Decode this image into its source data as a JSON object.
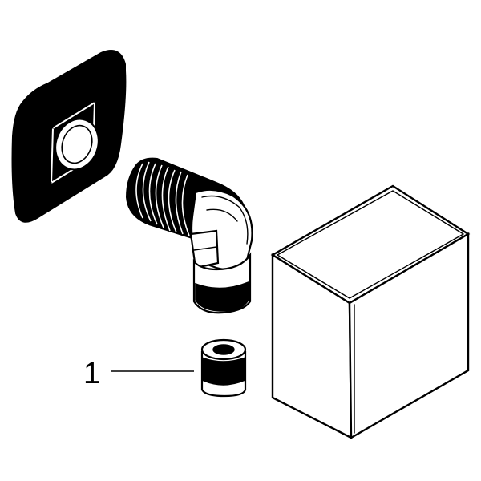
{
  "parts": [
    {
      "name": "wall-rosette"
    },
    {
      "name": "elbow-connector"
    },
    {
      "name": "cover-cube"
    },
    {
      "name": "adapter-nut",
      "callout": "1"
    }
  ],
  "colors": {
    "ink": "#000000",
    "paper": "#ffffff"
  }
}
